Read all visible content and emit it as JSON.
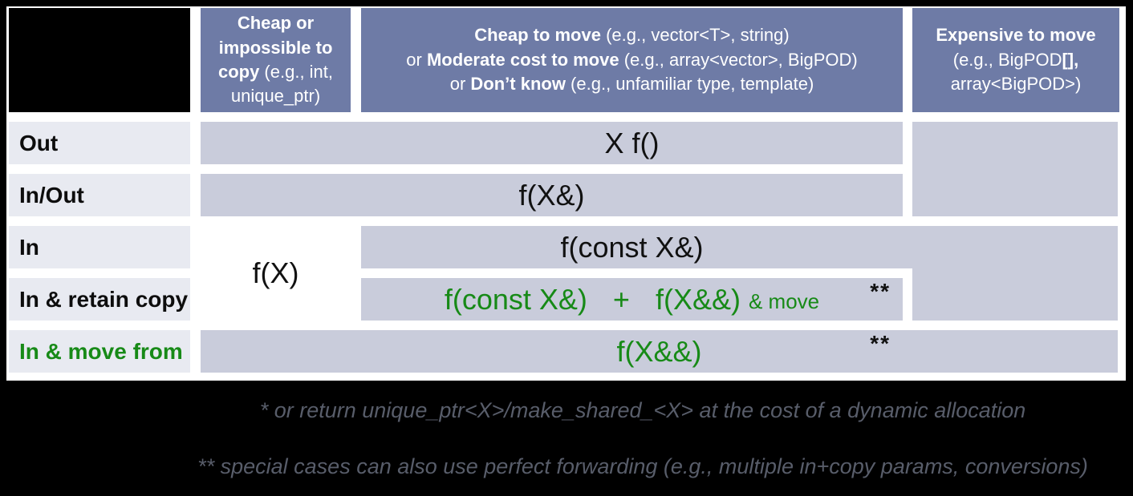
{
  "colors": {
    "header_bg": "#6e7ba6",
    "cell_bg": "#c9ccdb",
    "row_label_bg": "#e8eaf1",
    "green_text": "#178a17",
    "footnote_text": "#585d6a",
    "frame": "#000000"
  },
  "headers": {
    "col1": {
      "bold": "Cheap or impossible to copy",
      "normal": " (e.g., int, unique_ptr)"
    },
    "col2": {
      "line1": {
        "pre": "",
        "bold": "Cheap to move",
        "rest": " (e.g., vector<T>, string)"
      },
      "line2": {
        "pre": "or ",
        "bold": "Moderate cost to move",
        "rest": " (e.g., array<vector>, BigPOD)"
      },
      "line3": {
        "pre": "or ",
        "bold": "Don’t know",
        "rest": " (e.g., unfamiliar type, template)"
      }
    },
    "col3": {
      "line1": "Expensive to move",
      "line2_pre": "(e.g., BigPOD",
      "line2_bold": "[],",
      "line3": "array<BigPOD>)"
    }
  },
  "row_labels": {
    "out": "Out",
    "inout": "In/Out",
    "in": "In",
    "retain": "In & retain copy",
    "movefrom": "In & move from"
  },
  "cells": {
    "out": "X f()",
    "inout": "f(X&)",
    "in_copy": "f(X)",
    "in_const": "f(const X&)",
    "retain_a": "f(const X&)",
    "retain_plus": "+",
    "retain_b": "f(X&&)",
    "retain_move": "& move",
    "movefrom": "f(X&&)",
    "double_star": "**"
  },
  "footnotes": {
    "line1": "* or return unique_ptr<X>/make_shared_<X> at the cost of a dynamic allocation",
    "line2": "** special cases can also use perfect forwarding (e.g., multiple in+copy params, conversions)"
  }
}
